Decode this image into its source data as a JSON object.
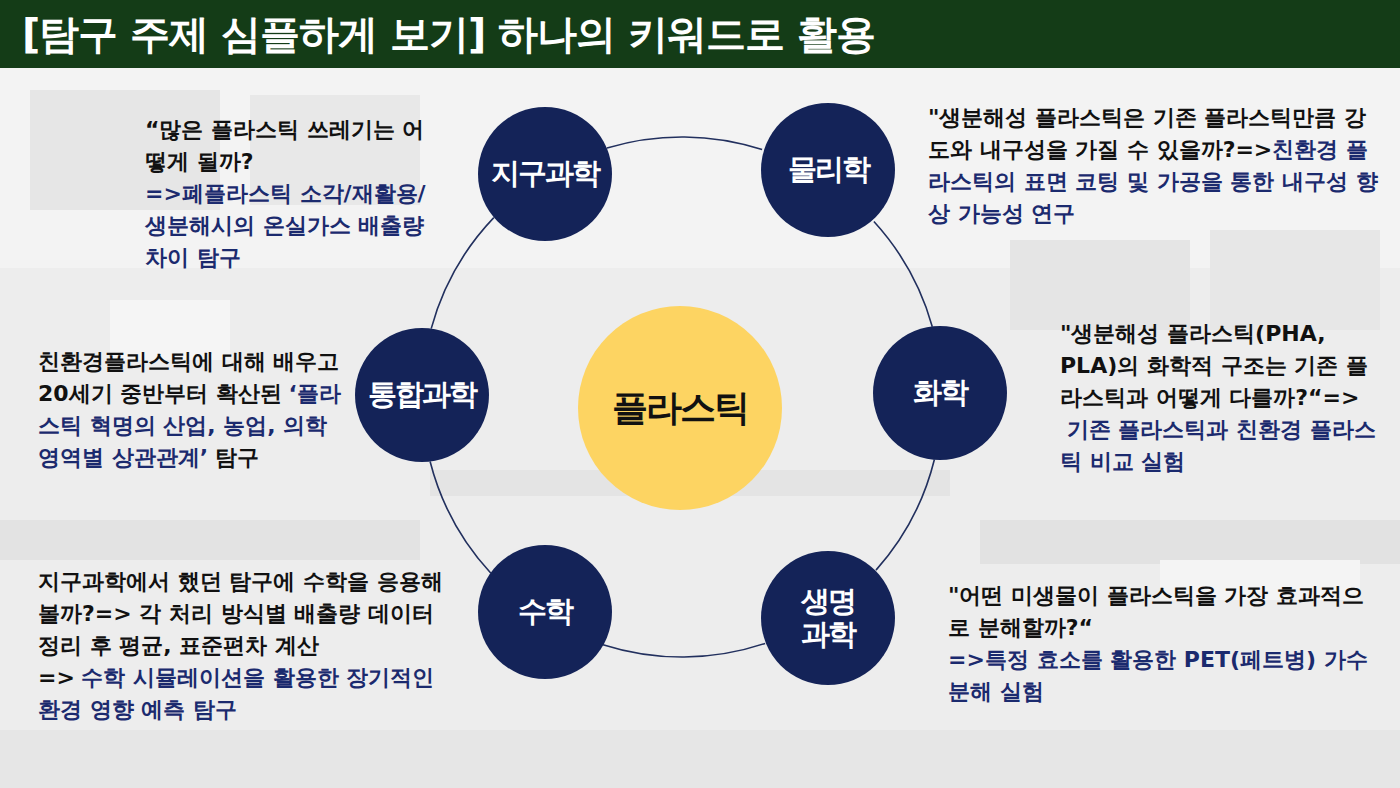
{
  "diagram": {
    "title": "[탐구 주제 심플하게 보기] 하나의 키워드로 활용",
    "nodes": [
      {
        "text": [
          "지구과학"
        ]
      },
      {
        "text": [
          "물리학"
        ]
      },
      {
        "text": [
          "통합과학"
        ]
      },
      {
        "text": [
          "플라스틱"
        ]
      },
      {
        "text": [
          "화학"
        ]
      },
      {
        "text": [
          "수학"
        ]
      },
      {
        "text": [
          "생명 과학"
        ]
      }
    ],
    "edges": [
      {
        "from": 0,
        "to": 1,
        "arrow": "none"
      },
      {
        "from": 1,
        "to": 4,
        "arrow": "none"
      },
      {
        "from": 4,
        "to": 6,
        "arrow": "none"
      },
      {
        "from": 6,
        "to": 5,
        "arrow": "none"
      },
      {
        "from": 5,
        "to": 2,
        "arrow": "none"
      },
      {
        "from": 2,
        "to": 0,
        "arrow": "none"
      }
    ],
    "labels": [
      "“많은 플라스틱 쓰레기는 어떻게 될까?",
      "=>폐플라스틱 소각/재활용/생분해시의 온실가스 배출량 차이 탐구",
      "\"생분해성 플라스틱은 기존 플라스틱만큼 강도와 내구성을 가질 수 있을까?=>",
      "친환경 플라스틱의 표면 코팅 및 가공을 통한 내구성 향상 가능성 연구",
      "친환경플라스틱에 대해 배우고 20세기 중반부터 확산된",
      "‘플라스틱 혁명의 산업, 농업, 의학 영역별 상관관계’",
      "탐구",
      "\"생분해성 플라스틱(PHA, PLA)의 화학적 구조는 기존 플라스틱과 어떻게 다를까?“=>",
      "기존 플라스틱과 친환경 플라스틱 비교 실험",
      "지구과학에서 했던 탐구에 수학을 응용해볼까?=> 각 처리 방식별 배출량 데이터 정리 후 평균, 표준편차 계산",
      "=>",
      "수학 시뮬레이션을 활용한 장기적인 환경 영향 예측 탐구",
      "\"어떤 미생물이 플라스틱을 가장 효과적으로 분해할까?“",
      "=>특정 효소를 활용한 PET(페트병) 가수분해 실험"
    ]
  }
}
